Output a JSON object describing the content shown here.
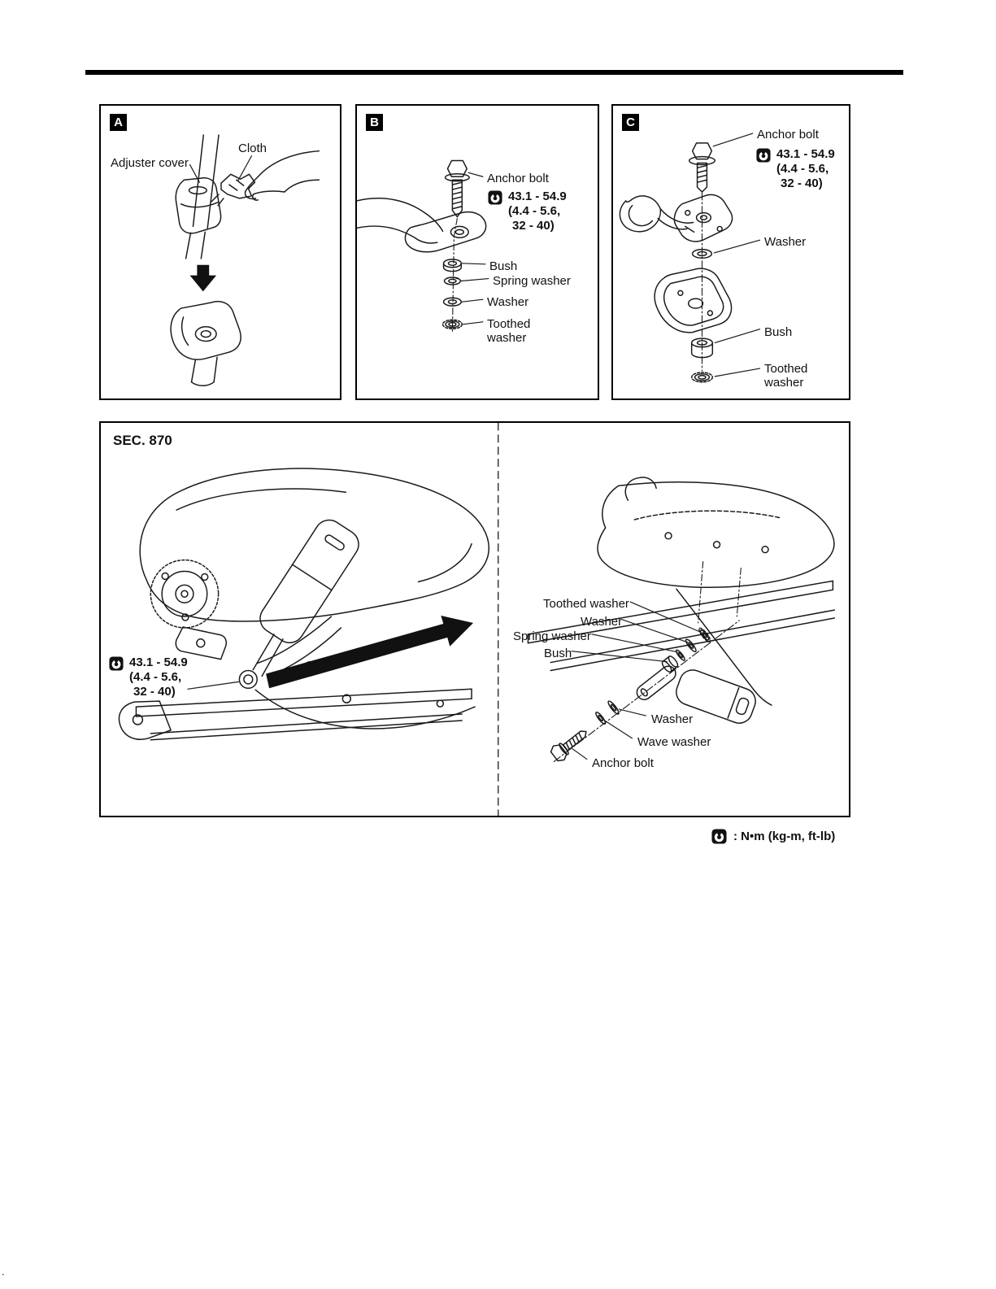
{
  "page": {
    "corner_mark": "."
  },
  "panel_a": {
    "badge": "A",
    "labels": {
      "adjuster_cover": "Adjuster cover",
      "cloth": "Cloth"
    }
  },
  "panel_b": {
    "badge": "B",
    "labels": {
      "anchor_bolt": "Anchor bolt",
      "bush": "Bush",
      "spring_washer": "Spring washer",
      "washer": "Washer",
      "toothed_washer": "Toothed\nwasher"
    },
    "torque": {
      "line1": "43.1 - 54.9",
      "line2": "(4.4 - 5.6,",
      "line3": "32 - 40)"
    }
  },
  "panel_c": {
    "badge": "C",
    "labels": {
      "anchor_bolt": "Anchor bolt",
      "washer": "Washer",
      "bush": "Bush",
      "toothed_washer": "Toothed\nwasher"
    },
    "torque": {
      "line1": "43.1 - 54.9",
      "line2": "(4.4 - 5.6,",
      "line3": "32 - 40)"
    }
  },
  "main_panel": {
    "section_title": "SEC. 870",
    "torque": {
      "line1": "43.1 - 54.9",
      "line2": "(4.4 - 5.6,",
      "line3": "32 - 40)"
    },
    "labels": {
      "toothed_washer": "Toothed washer",
      "washer_upper": "Washer",
      "spring_washer": "Spring washer",
      "bush": "Bush",
      "washer_lower": "Washer",
      "wave_washer": "Wave washer",
      "anchor_bolt": "Anchor bolt"
    }
  },
  "legend": {
    "text": ": N•m (kg-m, ft-lb)"
  }
}
